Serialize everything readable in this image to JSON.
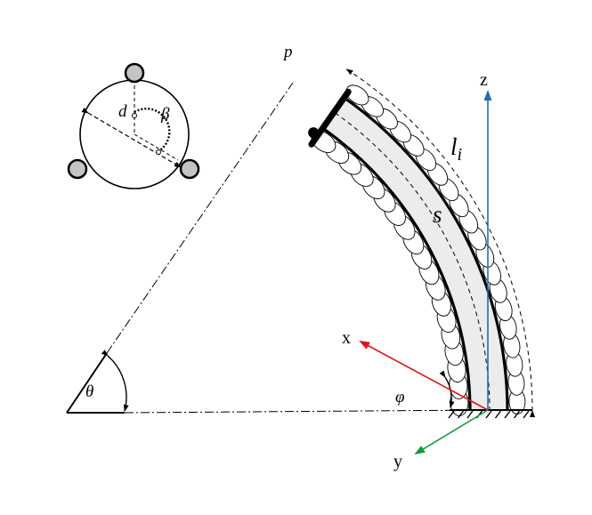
{
  "labels": {
    "p": "p",
    "d": "d",
    "beta": "β",
    "l_base": "l",
    "l_sub": "i",
    "s": "s",
    "z": "z",
    "x": "x",
    "y": "y",
    "theta": "θ",
    "phi": "φ"
  },
  "colors": {
    "z_axis": "#1f6fb4",
    "x_axis": "#e0141a",
    "y_axis": "#1a9b3c",
    "tube_fill": "#ececec",
    "node_fill": "#c4c4c4"
  }
}
